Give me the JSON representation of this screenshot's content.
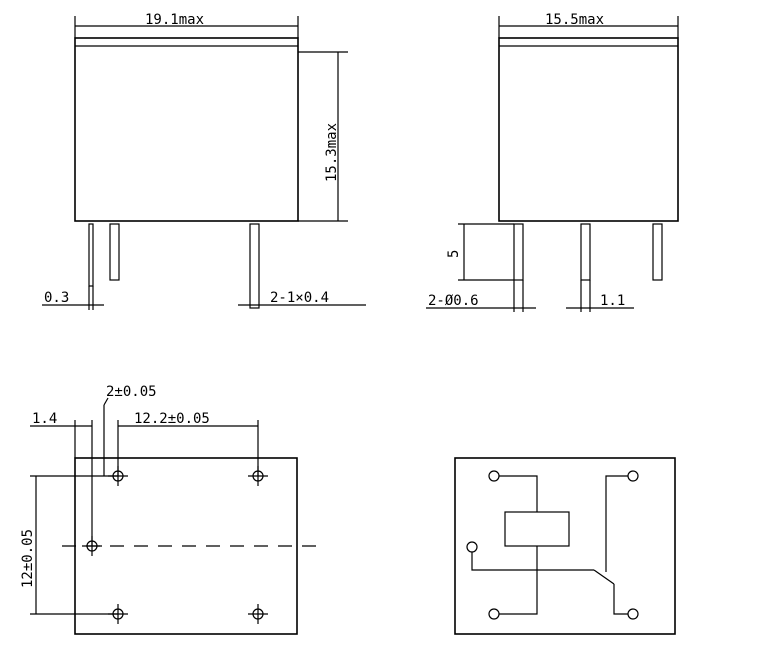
{
  "front_view": {
    "width_label": "19.1max",
    "height_label": "15.3max",
    "pin_thickness_label": "0.3",
    "pin_width_label": "2-1×0.4"
  },
  "side_view": {
    "width_label": "15.5max",
    "pin_length_label": "5",
    "pin_diameter_label": "2-Ø0.6",
    "pin_width_label": "1.1"
  },
  "footprint": {
    "offset_label": "1.4",
    "pitch_small_label": "2±0.05",
    "pitch_x_label": "12.2±0.05",
    "pitch_y_label": "12±0.05"
  },
  "schematic": {}
}
